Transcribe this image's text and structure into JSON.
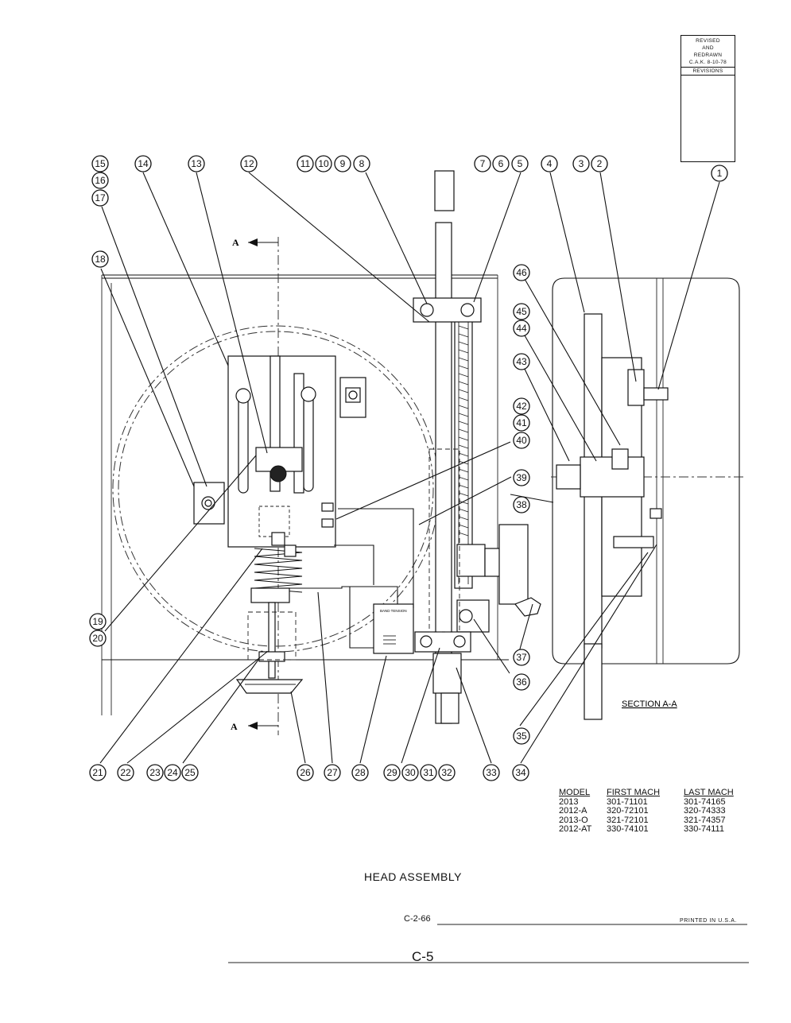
{
  "revision_block": {
    "lines": [
      "REVISED",
      "AND",
      "REDRAWN",
      "C.A.K. 8-10-78"
    ],
    "header": "REVISIONS"
  },
  "section_marker": "A",
  "section_caption": "SECTION A-A",
  "band_tension_label": "BAND TENSION",
  "balloons": [
    "1",
    "2",
    "3",
    "4",
    "5",
    "6",
    "7",
    "8",
    "9",
    "10",
    "11",
    "12",
    "13",
    "14",
    "15",
    "16",
    "17",
    "18",
    "19",
    "20",
    "21",
    "22",
    "23",
    "24",
    "25",
    "26",
    "27",
    "28",
    "29",
    "30",
    "31",
    "32",
    "33",
    "34",
    "35",
    "36",
    "37",
    "38",
    "39",
    "40",
    "41",
    "42",
    "43",
    "44",
    "45",
    "46"
  ],
  "model_table": {
    "headers": [
      "MODEL",
      "FIRST MACH",
      "LAST MACH"
    ],
    "rows": [
      [
        "2013",
        "301-71101",
        "301-74165"
      ],
      [
        "2012-A",
        "320-72101",
        "320-74333"
      ],
      [
        "2013-O",
        "321-72101",
        "321-74357"
      ],
      [
        "2012-AT",
        "330-74101",
        "330-74111"
      ]
    ]
  },
  "title": "HEAD ASSEMBLY",
  "date_code": "C-2-66",
  "printed": "PRINTED IN U.S.A.",
  "page_number": "C-5"
}
